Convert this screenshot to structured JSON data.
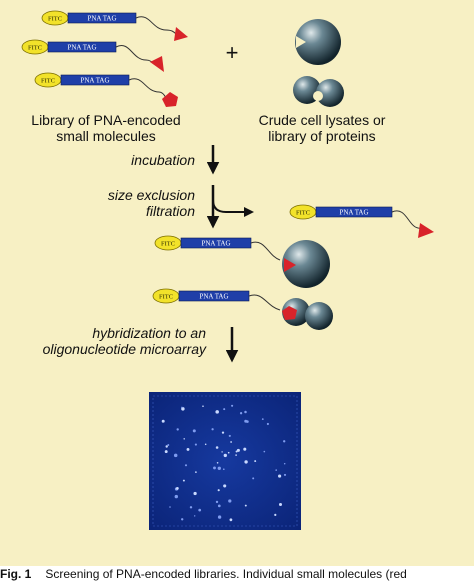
{
  "construct": {
    "fitc_label": "FITC",
    "tag_label": "PNA TAG"
  },
  "labels": {
    "library_pna": "Library of PNA-encoded\nsmall molecules",
    "library_proteins": "Crude cell lysates or\nlibrary of proteins",
    "plus": "+"
  },
  "steps": {
    "incubation": "incubation",
    "size_exclusion": "size exclusion\nfiltration",
    "hybridization": "hybridization to an\noligonucleotide microarray"
  },
  "caption": {
    "figure": "Fig. 1",
    "text": "Screening of PNA-encoded libraries. Individual small molecules (red"
  },
  "colors": {
    "background": "#f7f0c4",
    "fitc_fill": "#f2e22a",
    "tag_fill": "#1f3fa8",
    "ligand_red": "#d8232a",
    "protein_dark": "#243a44",
    "microarray_blue": "#0f2f8e"
  }
}
